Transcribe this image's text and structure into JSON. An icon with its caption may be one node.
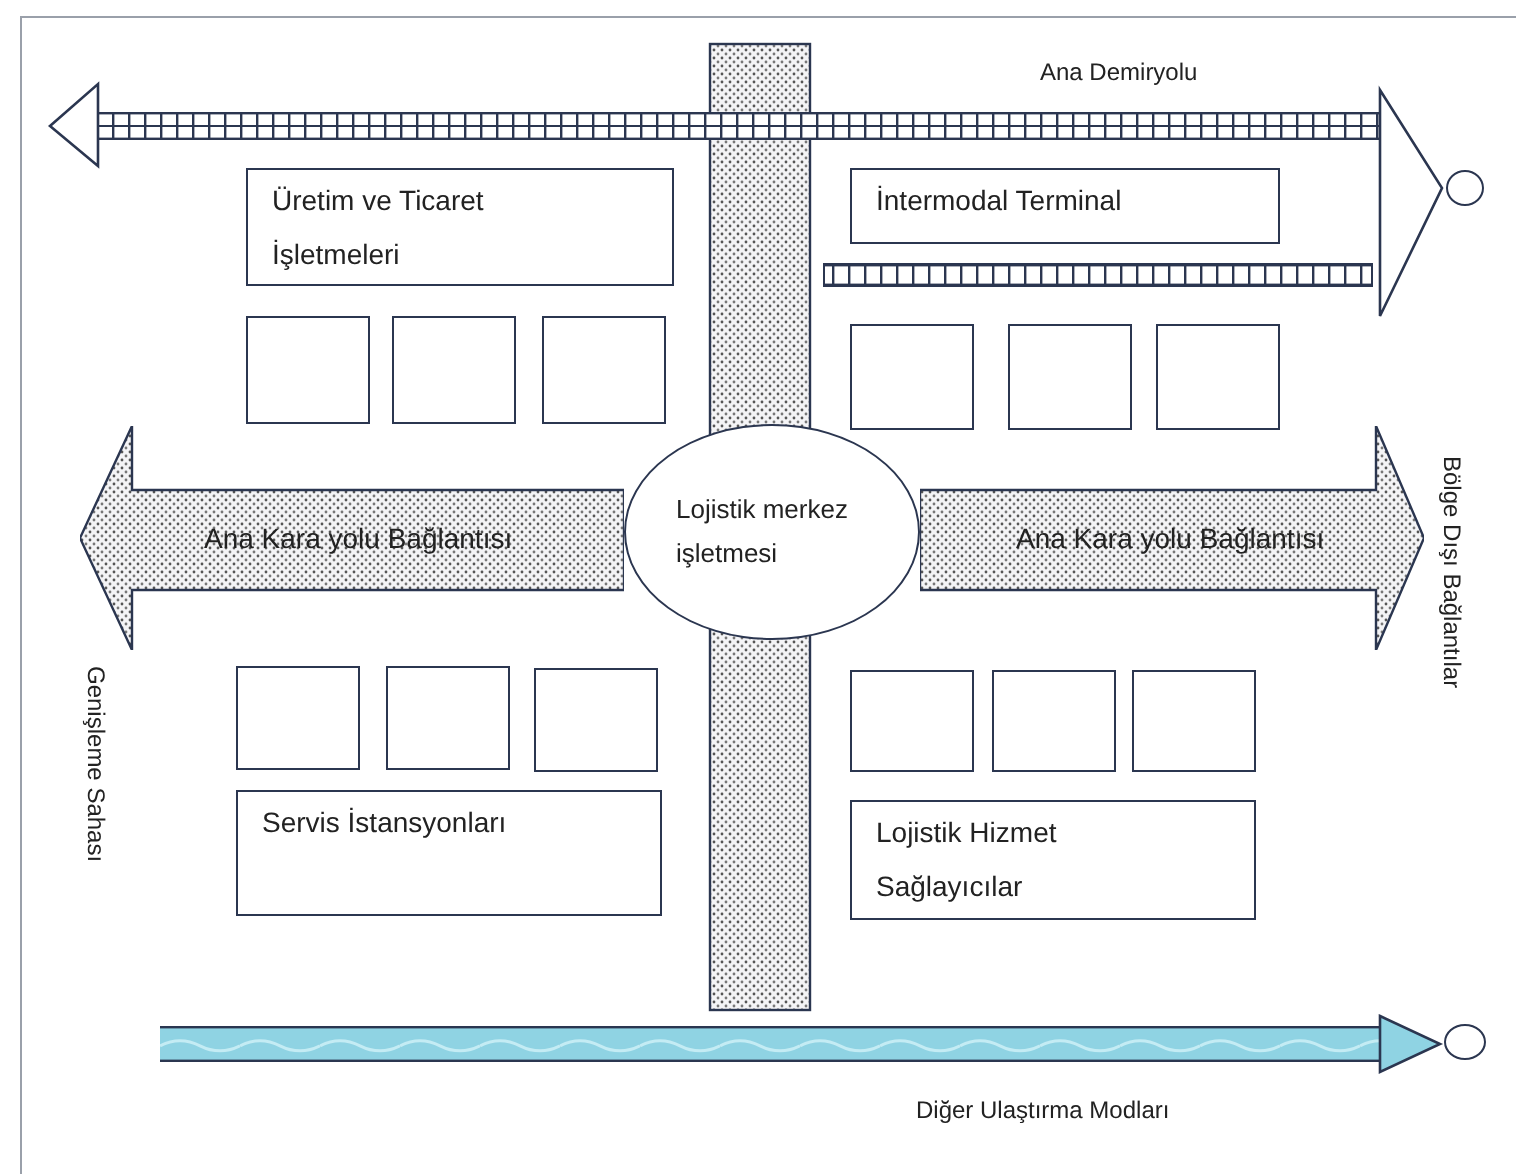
{
  "diagram": {
    "nodes": [
      {
        "text": [
          "Üretim ve Ticaret İşletmeleri"
        ]
      },
      {
        "text": [
          "İntermodal Terminal"
        ]
      },
      {
        "text": [],
        "shape": "circle"
      },
      {
        "text": [],
        "shape": "box"
      },
      {
        "text": [],
        "shape": "box"
      },
      {
        "text": [],
        "shape": "box"
      },
      {
        "text": [],
        "shape": "box"
      },
      {
        "text": [],
        "shape": "box"
      },
      {
        "text": [],
        "shape": "box"
      },
      {
        "text": [
          "Ana Kara yolu Bağlantısı"
        ]
      },
      {
        "text": [
          "Lojistik merkez işletmesi"
        ]
      },
      {
        "text": [
          "Ana Kara yolu Bağlantısı"
        ]
      },
      {
        "text": [],
        "shape": "box"
      },
      {
        "text": [],
        "shape": "box"
      },
      {
        "text": [],
        "shape": "box"
      },
      {
        "text": [],
        "shape": "box"
      },
      {
        "text": [],
        "shape": "box"
      },
      {
        "text": [],
        "shape": "box"
      },
      {
        "text": [
          "Servis İstansyonları"
        ]
      },
      {
        "text": [
          "Lojistik Hizmet Sağlayıcılar"
        ]
      },
      {
        "text": [],
        "shape": "circle"
      }
    ],
    "edges": [
      {
        "from": null,
        "to": 2,
        "arrow": "both",
        "label": "Ana Demiryolu",
        "style": "thick"
      },
      {
        "from": null,
        "to": 20,
        "arrow": "to",
        "label": "Diğer Ulaştırma Modları",
        "style": "thick",
        "color": "#8fd3e3"
      }
    ],
    "labels": [
      "Bölge Dışı Bağlantılar",
      "Genişleme Sahası"
    ]
  }
}
